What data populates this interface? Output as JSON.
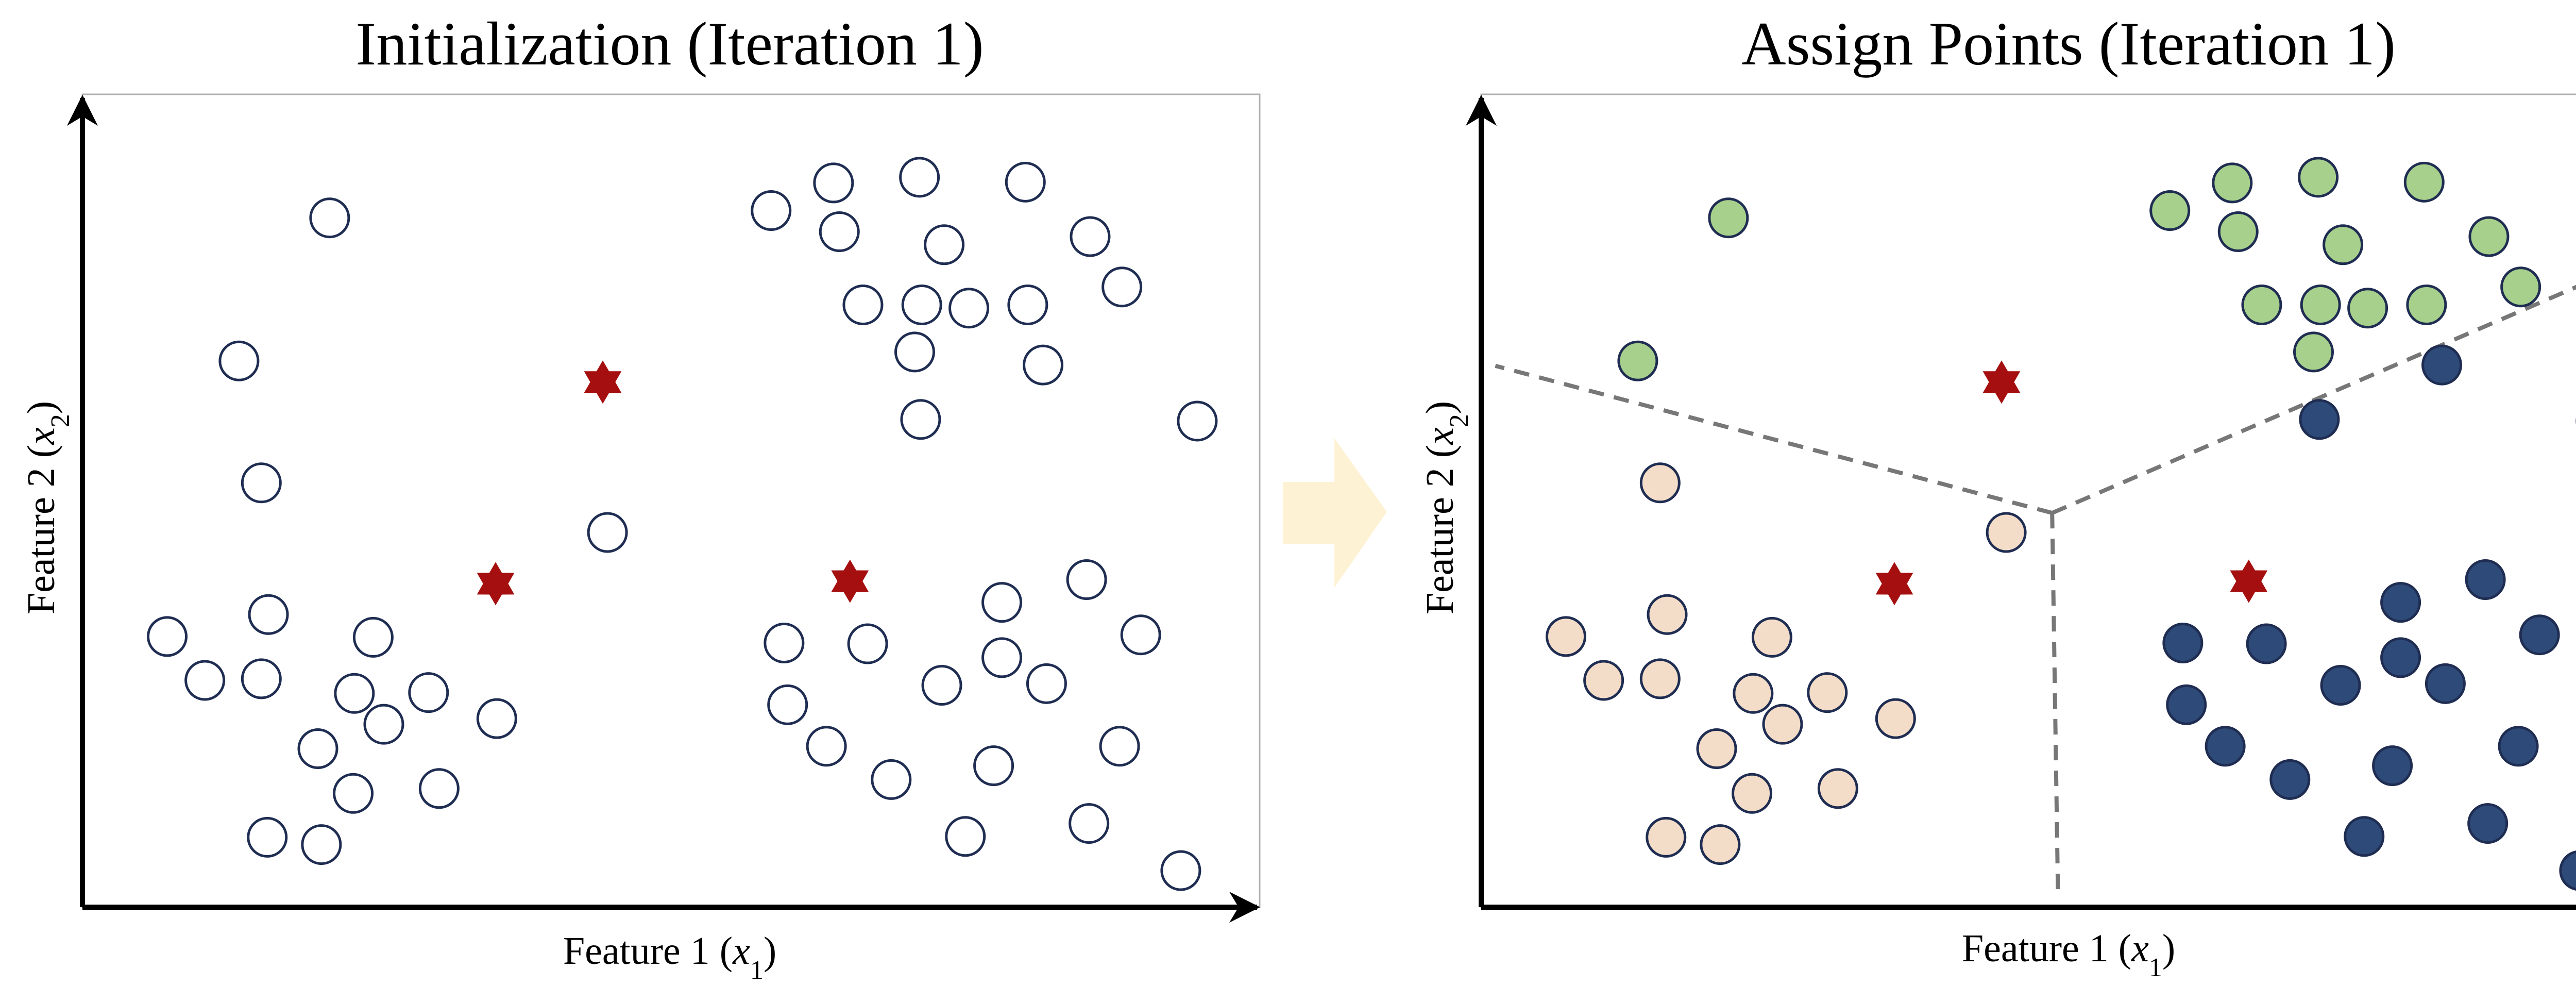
{
  "colors": {
    "point_outline": "#1f2d52",
    "centroid": "#a50f0f",
    "cluster_green": "#a8d08d",
    "cluster_blue": "#2e4a78",
    "cluster_peach": "#f4ddc8",
    "boundary": "#777777",
    "arrow": "#fdf3d4"
  },
  "panels": [
    {
      "title": "Initialization (Iteration 1)",
      "xlabel": {
        "text": "Feature 1 (",
        "var": "x",
        "sub": "1",
        "close": ")"
      },
      "ylabel": {
        "text": "Feature 2 (",
        "var": "x",
        "sub": "2",
        "close": ")"
      },
      "show_boundaries": false
    },
    {
      "title": "Assign Points (Iteration 1)",
      "xlabel": {
        "text": "Feature 1 (",
        "var": "x",
        "sub": "1",
        "close": ")"
      },
      "ylabel": {
        "text": "Feature 2 (",
        "var": "x",
        "sub": "2",
        "close": ")"
      },
      "show_boundaries": true
    }
  ],
  "chart_data": {
    "type": "scatter",
    "xlim": [
      0,
      1
    ],
    "ylim": [
      0,
      1
    ],
    "centroids": [
      {
        "x": 0.442,
        "y": 0.646
      },
      {
        "x": 0.351,
        "y": 0.398
      },
      {
        "x": 0.652,
        "y": 0.401
      }
    ],
    "clusters": [
      "green",
      "blue",
      "peach"
    ],
    "points": [
      {
        "x": 0.21,
        "y": 0.848,
        "cluster": "green"
      },
      {
        "x": 0.133,
        "y": 0.672,
        "cluster": "green"
      },
      {
        "x": 0.585,
        "y": 0.857,
        "cluster": "green"
      },
      {
        "x": 0.638,
        "y": 0.891,
        "cluster": "green"
      },
      {
        "x": 0.711,
        "y": 0.898,
        "cluster": "green"
      },
      {
        "x": 0.801,
        "y": 0.892,
        "cluster": "green"
      },
      {
        "x": 0.643,
        "y": 0.831,
        "cluster": "green"
      },
      {
        "x": 0.732,
        "y": 0.815,
        "cluster": "green"
      },
      {
        "x": 0.856,
        "y": 0.825,
        "cluster": "green"
      },
      {
        "x": 0.663,
        "y": 0.741,
        "cluster": "green"
      },
      {
        "x": 0.713,
        "y": 0.741,
        "cluster": "green"
      },
      {
        "x": 0.753,
        "y": 0.737,
        "cluster": "green"
      },
      {
        "x": 0.803,
        "y": 0.741,
        "cluster": "green"
      },
      {
        "x": 0.883,
        "y": 0.763,
        "cluster": "green"
      },
      {
        "x": 0.707,
        "y": 0.683,
        "cluster": "green"
      },
      {
        "x": 0.152,
        "y": 0.522,
        "cluster": "peach"
      },
      {
        "x": 0.446,
        "y": 0.461,
        "cluster": "peach"
      },
      {
        "x": 0.158,
        "y": 0.36,
        "cluster": "peach"
      },
      {
        "x": 0.072,
        "y": 0.333,
        "cluster": "peach"
      },
      {
        "x": 0.247,
        "y": 0.332,
        "cluster": "peach"
      },
      {
        "x": 0.104,
        "y": 0.279,
        "cluster": "peach"
      },
      {
        "x": 0.152,
        "y": 0.281,
        "cluster": "peach"
      },
      {
        "x": 0.231,
        "y": 0.263,
        "cluster": "peach"
      },
      {
        "x": 0.294,
        "y": 0.264,
        "cluster": "peach"
      },
      {
        "x": 0.352,
        "y": 0.232,
        "cluster": "peach"
      },
      {
        "x": 0.256,
        "y": 0.225,
        "cluster": "peach"
      },
      {
        "x": 0.2,
        "y": 0.195,
        "cluster": "peach"
      },
      {
        "x": 0.23,
        "y": 0.14,
        "cluster": "peach"
      },
      {
        "x": 0.303,
        "y": 0.146,
        "cluster": "peach"
      },
      {
        "x": 0.157,
        "y": 0.086,
        "cluster": "peach"
      },
      {
        "x": 0.203,
        "y": 0.077,
        "cluster": "peach"
      },
      {
        "x": 0.816,
        "y": 0.667,
        "cluster": "blue"
      },
      {
        "x": 0.947,
        "y": 0.598,
        "cluster": "blue"
      },
      {
        "x": 0.712,
        "y": 0.6,
        "cluster": "blue"
      },
      {
        "x": 0.781,
        "y": 0.375,
        "cluster": "blue"
      },
      {
        "x": 0.853,
        "y": 0.403,
        "cluster": "blue"
      },
      {
        "x": 0.596,
        "y": 0.325,
        "cluster": "blue"
      },
      {
        "x": 0.667,
        "y": 0.324,
        "cluster": "blue"
      },
      {
        "x": 0.781,
        "y": 0.307,
        "cluster": "blue"
      },
      {
        "x": 0.899,
        "y": 0.335,
        "cluster": "blue"
      },
      {
        "x": 0.73,
        "y": 0.273,
        "cluster": "blue"
      },
      {
        "x": 0.819,
        "y": 0.275,
        "cluster": "blue"
      },
      {
        "x": 0.599,
        "y": 0.249,
        "cluster": "blue"
      },
      {
        "x": 0.632,
        "y": 0.198,
        "cluster": "blue"
      },
      {
        "x": 0.774,
        "y": 0.174,
        "cluster": "blue"
      },
      {
        "x": 0.881,
        "y": 0.198,
        "cluster": "blue"
      },
      {
        "x": 0.687,
        "y": 0.157,
        "cluster": "blue"
      },
      {
        "x": 0.75,
        "y": 0.087,
        "cluster": "blue"
      },
      {
        "x": 0.855,
        "y": 0.103,
        "cluster": "blue"
      },
      {
        "x": 0.933,
        "y": 0.045,
        "cluster": "blue"
      }
    ],
    "boundaries": [
      [
        {
          "x": 0.485,
          "y": 0.485
        },
        {
          "x": 0.012,
          "y": 0.666
        }
      ],
      [
        {
          "x": 0.485,
          "y": 0.485
        },
        {
          "x": 0.988,
          "y": 0.799
        }
      ],
      [
        {
          "x": 0.485,
          "y": 0.485
        },
        {
          "x": 0.49,
          "y": 0.01
        }
      ]
    ]
  }
}
